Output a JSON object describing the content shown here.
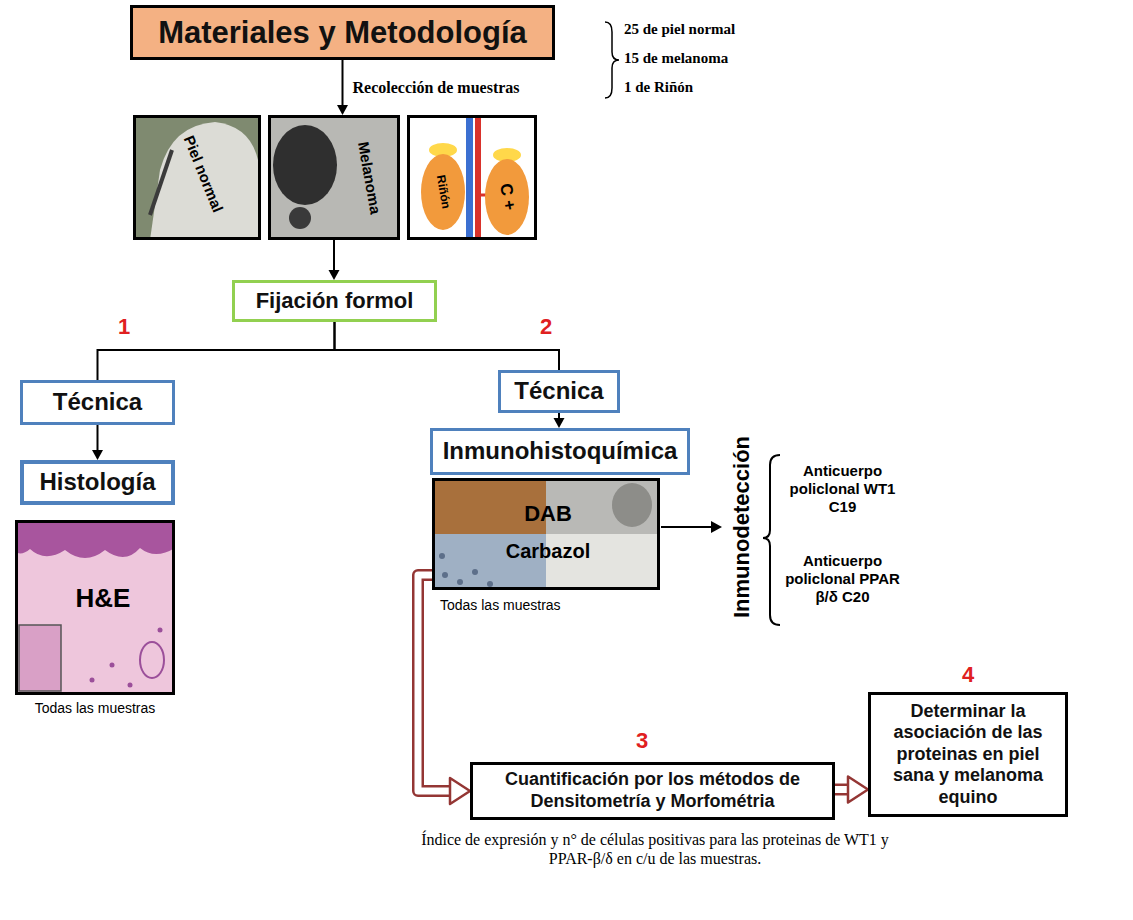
{
  "diagram": {
    "nodes": [
      {
        "text": [
          "Materiales y Metodología"
        ]
      },
      {
        "text": [
          "Piel normal"
        ]
      },
      {
        "text": [
          "Melanoma"
        ]
      },
      {
        "text": [
          "Riñón",
          "C +"
        ]
      },
      {
        "text": [
          "Fijación formol"
        ]
      },
      {
        "text": [
          "Técnica"
        ]
      },
      {
        "text": [
          "Histología"
        ]
      },
      {
        "text": [
          "H&E"
        ]
      },
      {
        "text": [
          "Técnica"
        ]
      },
      {
        "text": [
          "Inmunohistoquímica"
        ]
      },
      {
        "text": [
          "DAB",
          "Carbazol"
        ]
      },
      {
        "text": [
          "Cuantificación por los métodos de Densitometría y Morfométria"
        ]
      },
      {
        "text": [
          "Determinar la asociación de las proteinas en piel sana y melanoma equino"
        ]
      }
    ],
    "edges": [
      {
        "from": 0,
        "to": 2,
        "arrow": "to",
        "label": "Recolección de muestras"
      },
      {
        "from": 2,
        "to": 4,
        "arrow": "to"
      },
      {
        "from": 4,
        "to": 5,
        "arrow": "none"
      },
      {
        "from": 4,
        "to": 8,
        "arrow": "none"
      },
      {
        "from": 5,
        "to": 6,
        "arrow": "to"
      },
      {
        "from": 8,
        "to": 9,
        "arrow": "to"
      },
      {
        "from": 10,
        "to": 11,
        "arrow": "to"
      },
      {
        "from": 11,
        "to": 12,
        "arrow": "to"
      }
    ],
    "labels": [
      "25 de piel normal",
      "15 de melanoma",
      "1 de Riñón",
      "1",
      "2",
      "Todas las muestras",
      "Inmunodetección",
      "Anticuerpo policlonal WT1 C19",
      "Anticuerpo policlonal PPAR β/δ C20",
      "Todas las muestras",
      "3",
      "4",
      "Índice de expresión y n° de células positivas para las proteinas de WT1 y PPAR-β/δ en c/u de las muestras."
    ]
  }
}
